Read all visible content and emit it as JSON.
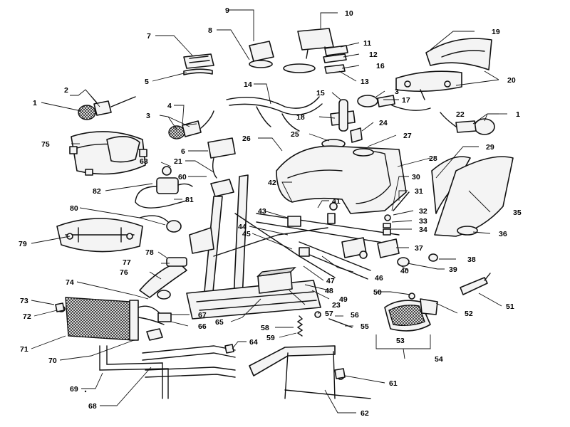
{
  "callouts": [
    {
      "id": "1",
      "text": "1"
    },
    {
      "id": "1b",
      "text": "1"
    },
    {
      "id": "2",
      "text": "2"
    },
    {
      "id": "3",
      "text": "3"
    },
    {
      "id": "3b",
      "text": "3"
    },
    {
      "id": "4",
      "text": "4"
    },
    {
      "id": "5",
      "text": "5"
    },
    {
      "id": "6",
      "text": "6"
    },
    {
      "id": "7",
      "text": "7"
    },
    {
      "id": "8",
      "text": "8"
    },
    {
      "id": "9",
      "text": "9"
    },
    {
      "id": "10",
      "text": "10"
    },
    {
      "id": "11",
      "text": "11"
    },
    {
      "id": "12",
      "text": "12"
    },
    {
      "id": "13",
      "text": "13"
    },
    {
      "id": "14",
      "text": "14"
    },
    {
      "id": "15",
      "text": "15"
    },
    {
      "id": "16",
      "text": "16"
    },
    {
      "id": "17",
      "text": "17"
    },
    {
      "id": "18",
      "text": "18"
    },
    {
      "id": "19",
      "text": "19"
    },
    {
      "id": "20",
      "text": "20"
    },
    {
      "id": "21",
      "text": "21"
    },
    {
      "id": "22",
      "text": "22"
    },
    {
      "id": "23",
      "text": "23"
    },
    {
      "id": "24",
      "text": "24"
    },
    {
      "id": "25",
      "text": "25"
    },
    {
      "id": "26",
      "text": "26"
    },
    {
      "id": "27",
      "text": "27"
    },
    {
      "id": "28",
      "text": "28"
    },
    {
      "id": "29",
      "text": "29"
    },
    {
      "id": "30",
      "text": "30"
    },
    {
      "id": "31",
      "text": "31"
    },
    {
      "id": "32",
      "text": "32"
    },
    {
      "id": "33",
      "text": "33"
    },
    {
      "id": "34",
      "text": "34"
    },
    {
      "id": "35",
      "text": "35"
    },
    {
      "id": "36",
      "text": "36"
    },
    {
      "id": "37",
      "text": "37"
    },
    {
      "id": "38",
      "text": "38"
    },
    {
      "id": "39",
      "text": "39"
    },
    {
      "id": "40",
      "text": "40"
    },
    {
      "id": "41",
      "text": "41"
    },
    {
      "id": "42",
      "text": "42"
    },
    {
      "id": "43",
      "text": "43"
    },
    {
      "id": "44",
      "text": "44"
    },
    {
      "id": "45",
      "text": "45"
    },
    {
      "id": "46",
      "text": "46"
    },
    {
      "id": "47",
      "text": "47"
    },
    {
      "id": "48",
      "text": "48"
    },
    {
      "id": "49",
      "text": "49"
    },
    {
      "id": "50",
      "text": "50"
    },
    {
      "id": "51",
      "text": "51"
    },
    {
      "id": "52",
      "text": "52"
    },
    {
      "id": "53",
      "text": "53"
    },
    {
      "id": "54",
      "text": "54"
    },
    {
      "id": "55",
      "text": "55"
    },
    {
      "id": "56",
      "text": "56"
    },
    {
      "id": "57",
      "text": "57"
    },
    {
      "id": "58",
      "text": "58"
    },
    {
      "id": "59",
      "text": "59"
    },
    {
      "id": "60",
      "text": "60"
    },
    {
      "id": "61",
      "text": "61"
    },
    {
      "id": "62",
      "text": "62"
    },
    {
      "id": "63",
      "text": "63"
    },
    {
      "id": "64",
      "text": "64"
    },
    {
      "id": "65",
      "text": "65"
    },
    {
      "id": "66",
      "text": "66"
    },
    {
      "id": "67",
      "text": "67"
    },
    {
      "id": "68",
      "text": "68"
    },
    {
      "id": "69",
      "text": "69"
    },
    {
      "id": "70",
      "text": "70"
    },
    {
      "id": "71",
      "text": "71"
    },
    {
      "id": "72",
      "text": "72"
    },
    {
      "id": "73",
      "text": "73"
    },
    {
      "id": "74",
      "text": "74"
    },
    {
      "id": "75",
      "text": "75"
    },
    {
      "id": "76",
      "text": "76"
    },
    {
      "id": "77",
      "text": "77"
    },
    {
      "id": "78",
      "text": "78"
    },
    {
      "id": "79",
      "text": "79"
    },
    {
      "id": "80",
      "text": "80"
    },
    {
      "id": "81",
      "text": "81"
    },
    {
      "id": "82",
      "text": "82"
    }
  ]
}
